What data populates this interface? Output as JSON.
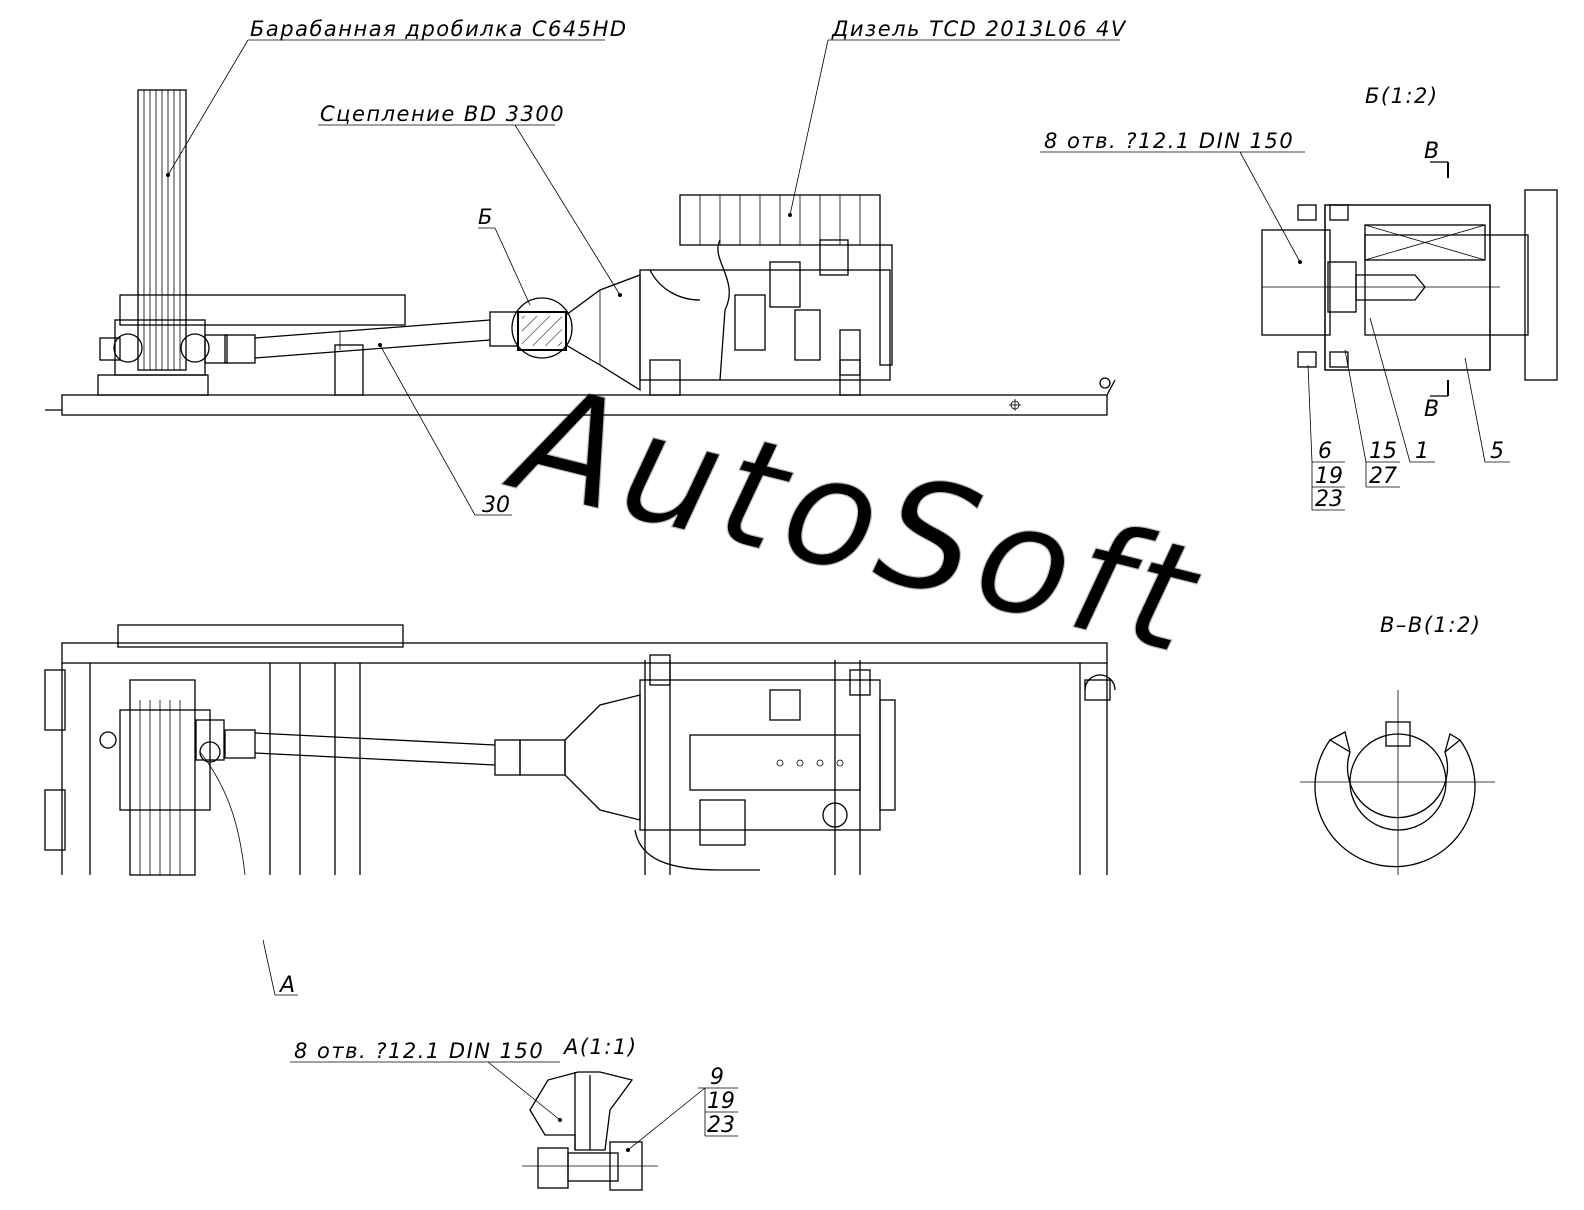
{
  "labels": {
    "drum_crusher": "Барабанная дробилка C645HD",
    "diesel": "Дизель TCD 2013L06 4V",
    "clutch": "Сцепление BD 3300",
    "mark_b": "Б",
    "item_30": "30",
    "holes_top": "8 отв. ?12.1 DIN 150",
    "view_b_title": "Б(1:2)",
    "cut_v_top": "В",
    "cut_v_bottom": "В",
    "section_vv_title": "В–В(1:2)",
    "mark_a": "А",
    "holes_bottom": "8 отв. ?12.1 DIN 150",
    "view_a_title": "А(1:1)",
    "watermark": "AutoSoft"
  },
  "callouts_b": {
    "c6": "6",
    "c19": "19",
    "c23": "23",
    "c15": "15",
    "c27": "27",
    "c1": "1",
    "c5": "5"
  },
  "callouts_a": {
    "c9": "9",
    "c19": "19",
    "c23": "23"
  }
}
